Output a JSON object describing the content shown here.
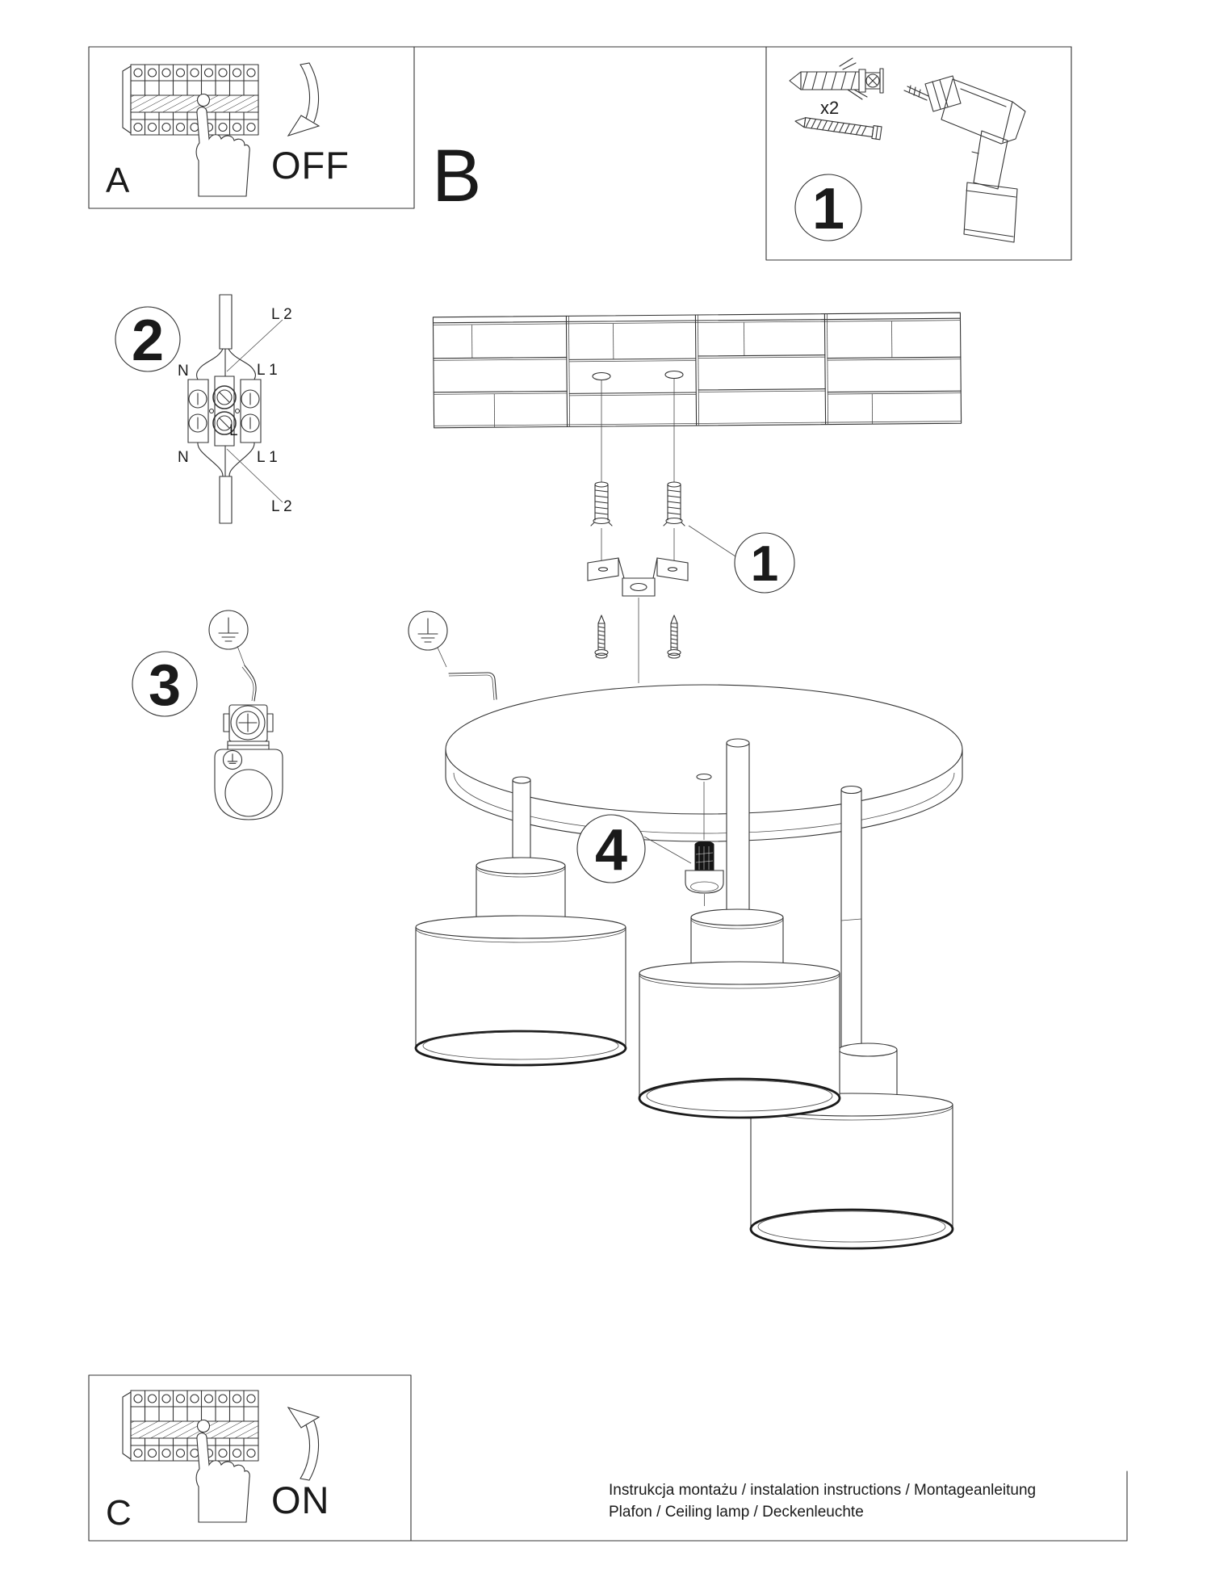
{
  "document": {
    "footer_line1": "Instrukcja montażu / instalation instructions / Montageanleitung",
    "footer_line2": "Plafon / Ceiling lamp / Deckenleuchte"
  },
  "steps": {
    "a": {
      "label": "A",
      "action": "OFF"
    },
    "b": {
      "label": "B"
    },
    "c": {
      "label": "C",
      "action": "ON"
    }
  },
  "callouts": {
    "kit": "1",
    "wiring": "2",
    "ground": "3",
    "anchors": "1",
    "locknut": "4"
  },
  "hardware": {
    "dowel_qty": "x2"
  },
  "terminals": {
    "l2_top": "L 2",
    "l1_top": "L 1",
    "n_top": "N",
    "l_center": "L",
    "n_bottom": "N",
    "l1_bottom": "L 1",
    "l2_bottom": "L 2"
  },
  "colors": {
    "line": "#333333",
    "text": "#1a1a1a",
    "dark_fill": "#161616",
    "background": "#ffffff"
  }
}
